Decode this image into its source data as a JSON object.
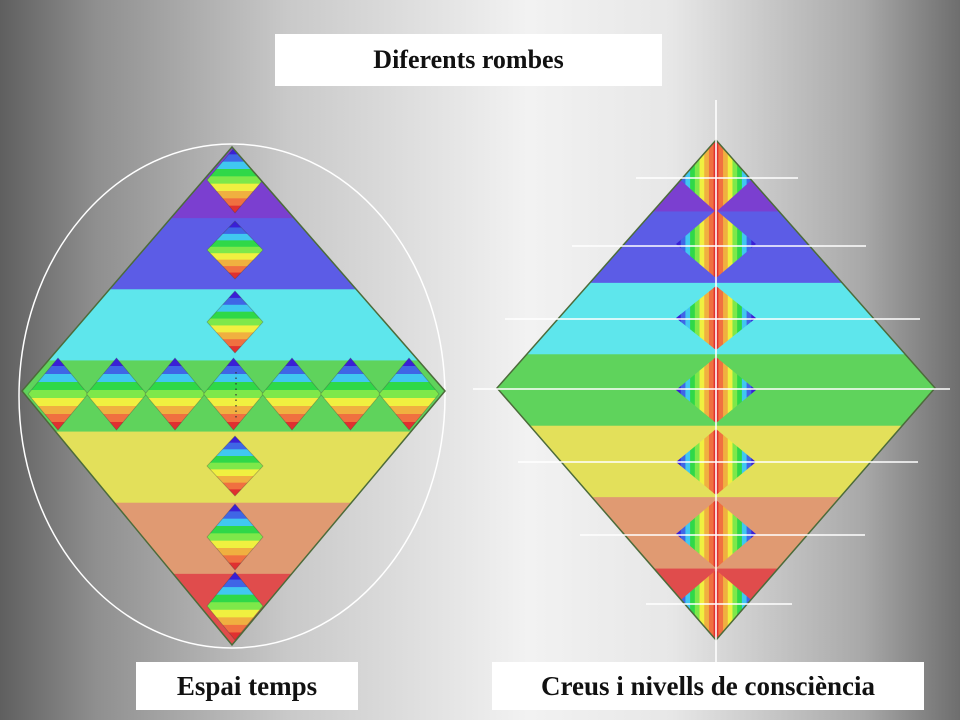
{
  "title": "Diferents rombes",
  "left_caption": "Espai temps",
  "right_caption": "Creus i nivells de consciència",
  "band_colors": [
    "#7b3fd0",
    "#5c5ce6",
    "#5ee6ec",
    "#5fd35c",
    "#e3e05a",
    "#e09a72",
    "#e04c4c"
  ],
  "stripe_colors": [
    "#3a1fd6",
    "#3f66e6",
    "#40c8f0",
    "#2fd848",
    "#7ee84a",
    "#f0f040",
    "#f0b040",
    "#f07040",
    "#e03030"
  ]
}
